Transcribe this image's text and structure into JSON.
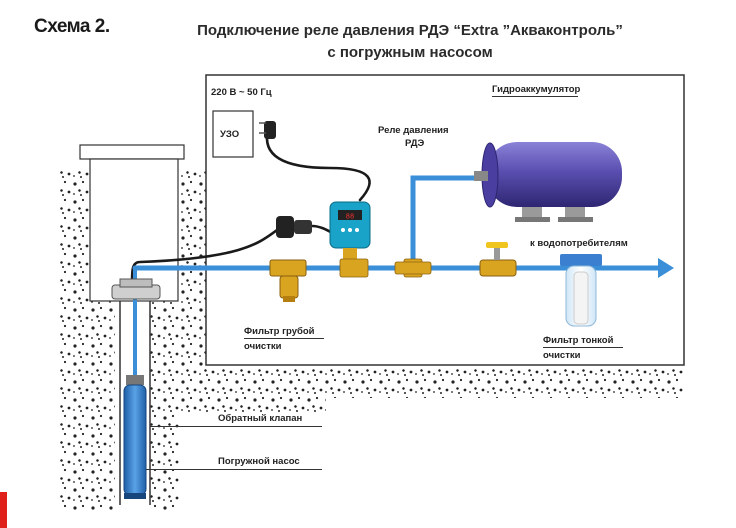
{
  "header": {
    "scheme_label": "Схема 2.",
    "title_line1": "Подключение реле давления РДЭ “Extra ”Акваконтроль”",
    "title_line2": "с погружным насосом"
  },
  "labels": {
    "power": "220 В ~ 50 Гц",
    "rcd": "УЗО",
    "relay_line1": "Реле давления",
    "relay_line2": "РДЭ",
    "accumulator": "Гидроаккумулятор",
    "consumers": "к водопотребителям",
    "coarse_filter_line1": "Фильтр грубой",
    "coarse_filter_line2": "очистки",
    "fine_filter_line1": "Фильтр тонкой",
    "fine_filter_line2": "очистки",
    "check_valve": "Обратный клапан",
    "pump": "Погружной насос"
  },
  "colors": {
    "pipe": "#3a8fd8",
    "tank": "#5a4fb0",
    "relay": "#1aa3c9",
    "brass": "#d9a520",
    "accent_red": "#e0201b"
  }
}
